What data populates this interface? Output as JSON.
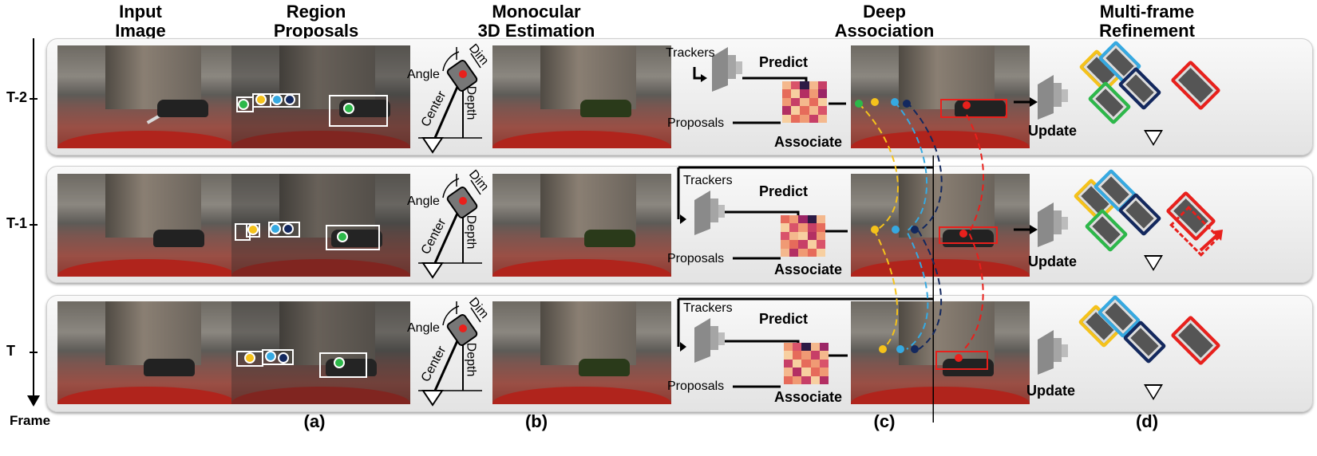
{
  "headers": {
    "input_image": "Input\nImage",
    "region_proposals": "Region\nProposals",
    "monocular": "Monocular\n3D Estimation",
    "deep_association": "Deep\nAssociation",
    "multi_frame": "Multi-frame\nRefinement"
  },
  "rows": [
    {
      "label": "T-2"
    },
    {
      "label": "T-1"
    },
    {
      "label": "T"
    }
  ],
  "axis_label": "Frame",
  "estimation_labels": {
    "angle": "Angle",
    "dim": "Dim",
    "center": "Center",
    "depth": "Depth"
  },
  "association_labels": {
    "trackers": "Trackers",
    "predict": "Predict",
    "proposals": "Proposals",
    "associate": "Associate",
    "update": "Update"
  },
  "sub_labels": [
    "(a)",
    "(b)",
    "(c)",
    "(d)"
  ],
  "colors": {
    "green": "#2db84a",
    "yellow": "#f5c21b",
    "cyan": "#36a9e1",
    "navy": "#13285e",
    "red": "#e8201c"
  }
}
